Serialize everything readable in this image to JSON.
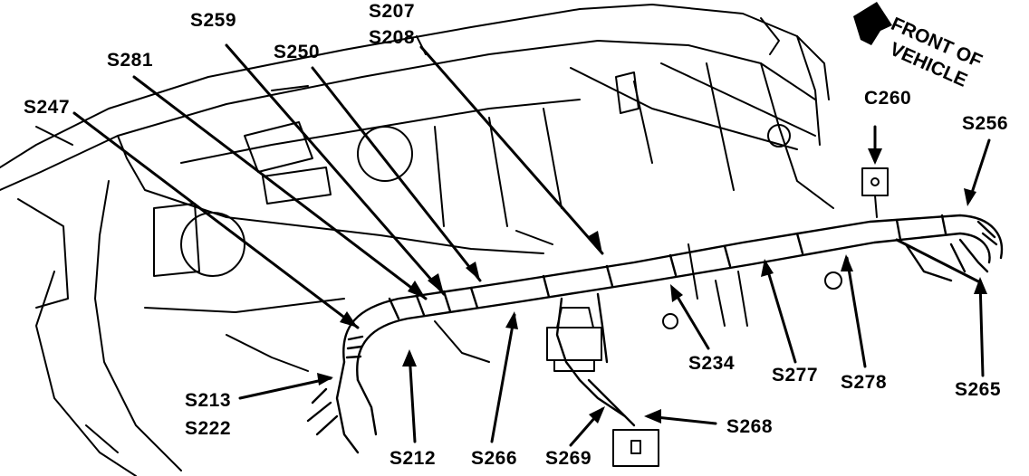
{
  "front_label": [
    "FRONT OF",
    "VEHICLE"
  ],
  "labels": {
    "s259": "S259",
    "s207": "S207",
    "s208": "S208",
    "s281": "S281",
    "s250": "S250",
    "s247": "S247",
    "c260": "C260",
    "s256": "S256",
    "s213": "S213",
    "s222": "S222",
    "s212": "S212",
    "s266": "S266",
    "s269": "S269",
    "s268": "S268",
    "s234": "S234",
    "s277": "S277",
    "s278": "S278",
    "s265": "S265"
  },
  "colors": {
    "ink": "#000000",
    "paper": "#ffffff"
  }
}
